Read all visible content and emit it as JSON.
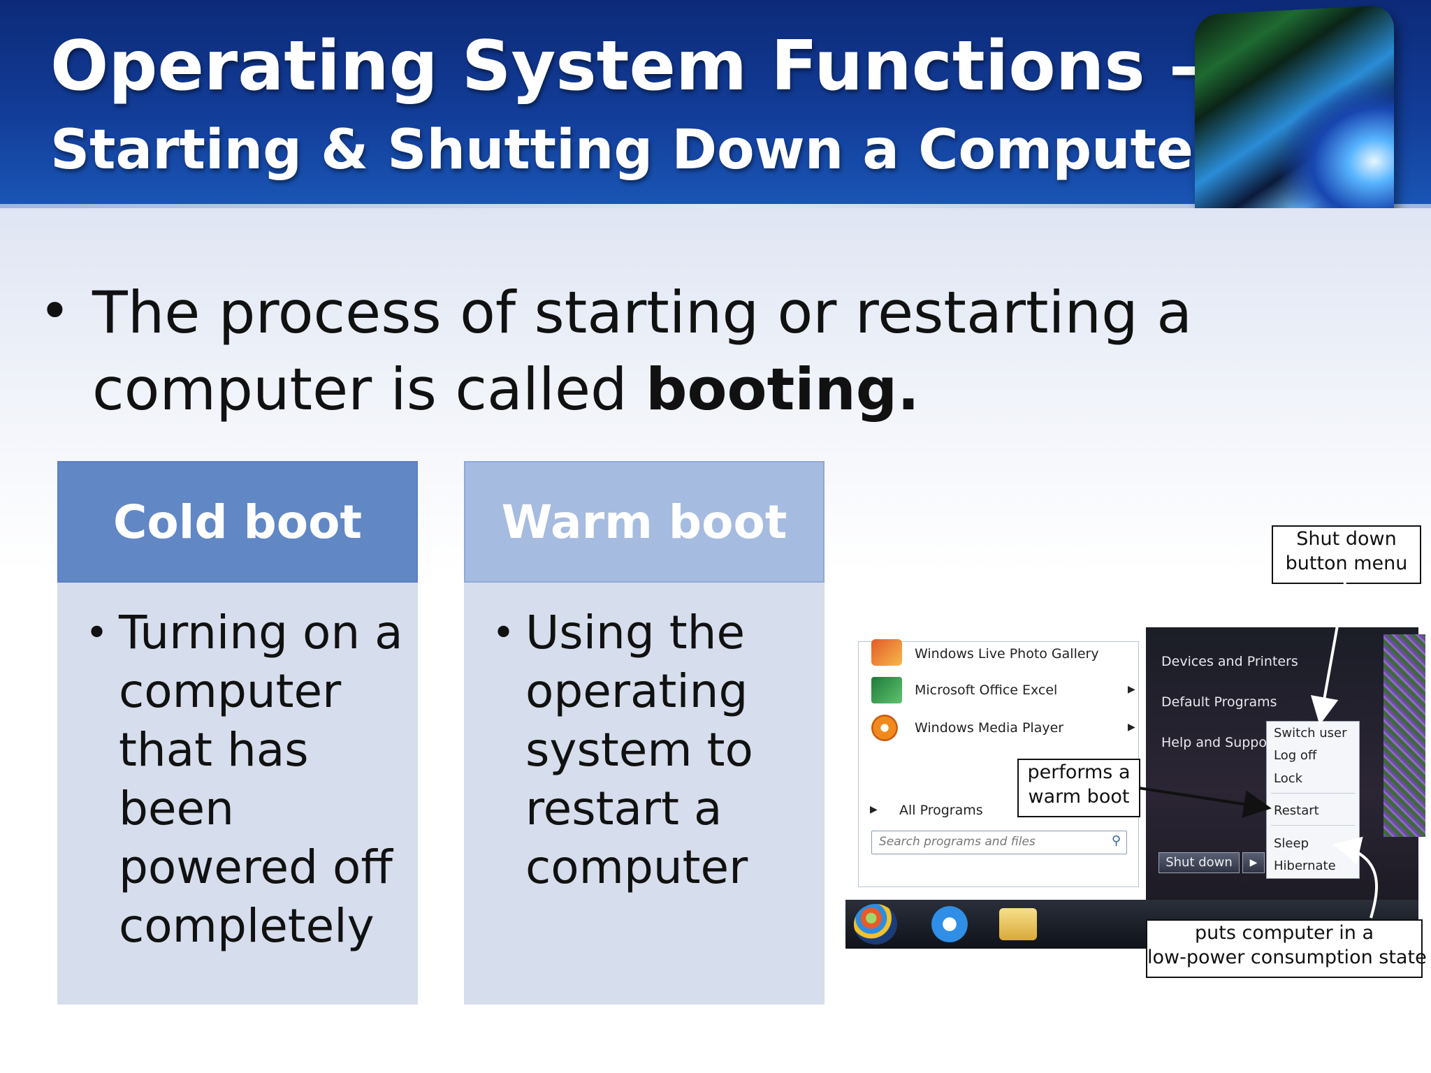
{
  "slide": {
    "title_line1": "Operating System Functions –",
    "title_line2": "Starting & Shutting Down a Computer",
    "main_bullet_text": "The process of starting or restarting a computer is called ",
    "main_bullet_bold": "booting.",
    "bullet_symbol": "•"
  },
  "cards": [
    {
      "heading": "Cold boot",
      "text": "Turning on a computer that has been powered off completely",
      "accent": "#6187c5"
    },
    {
      "heading": "Warm boot",
      "text": "Using the operating system to restart a computer",
      "accent": "#a6bbe0"
    }
  ],
  "start_menu": {
    "left_items": [
      "Windows Live Photo Gallery",
      "Microsoft Office Excel",
      "Windows Media Player",
      "All Programs"
    ],
    "search_placeholder": "Search programs and files",
    "right_items": [
      "Devices and Printers",
      "Default Programs",
      "Help and Suppor"
    ],
    "shutdown_label": "Shut down",
    "submenu_items": [
      "Switch user",
      "Log off",
      "Lock",
      "Restart",
      "Sleep",
      "Hibernate"
    ]
  },
  "callouts": {
    "shutdown_menu_line1": "Shut down",
    "shutdown_menu_line2": "button menu",
    "warm_boot_line1": "performs a",
    "warm_boot_line2": "warm boot",
    "low_power_line1": "puts computer in a",
    "low_power_line2": "low-power consumption state"
  },
  "colors": {
    "header": "#123d98",
    "card_body": "#d6ddec"
  }
}
